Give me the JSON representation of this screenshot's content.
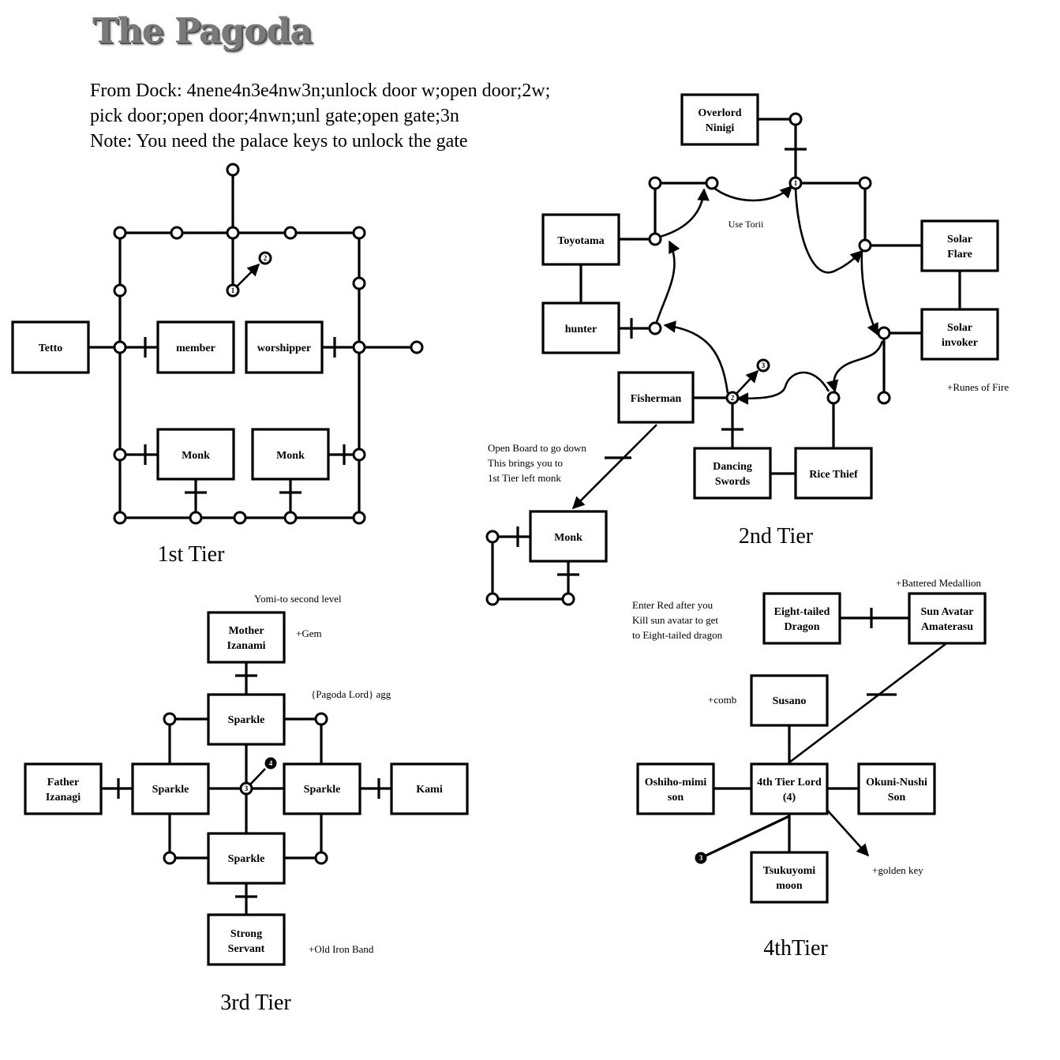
{
  "title": "The Pagoda",
  "directions": [
    "From Dock: 4nene4n3e4nw3n;unlock door w;open door;2w;",
    "pick door;open door;4nwn;unl gate;open gate;3n",
    "Note: You need the palace keys to unlock the gate"
  ],
  "tiers": {
    "t1": {
      "label": "1st Tier",
      "rooms": {
        "tetto": "Tetto",
        "member": "member",
        "worshipper": "worshipper",
        "monk_left": "Monk",
        "monk_right": "Monk"
      },
      "markers": {
        "from": "1",
        "to": "2"
      }
    },
    "t2": {
      "label": "2nd Tier",
      "rooms": {
        "overlord1": "Overlord",
        "overlord2": "Ninigi",
        "toyotama": "Toyotama",
        "hunter": "hunter",
        "solar_flare1": "Solar",
        "solar_flare2": "Flare",
        "solar_inv1": "Solar",
        "solar_inv2": "invoker",
        "fisherman": "Fisherman",
        "dancing1": "Dancing",
        "dancing2": "Swords",
        "rice_thief": "Rice Thief",
        "monk": "Monk"
      },
      "notes": {
        "torii": "Use Torii",
        "runes": "+Runes of Fire",
        "board1": "Open Board to go down",
        "board2": "This brings you to",
        "board3": "1st Tier left monk"
      },
      "markers": {
        "top": "1",
        "mid": "2",
        "up": "3"
      }
    },
    "t3": {
      "label": "3rd Tier",
      "rooms": {
        "mother1": "Mother",
        "mother2": "Izanami",
        "sparkle_n": "Sparkle",
        "sparkle_w": "Sparkle",
        "sparkle_e": "Sparkle",
        "sparkle_s": "Sparkle",
        "father1": "Father",
        "father2": "Izanagi",
        "kami": "Kami",
        "servant1": "Strong",
        "servant2": "Servant"
      },
      "notes": {
        "yomi": "Yomi-to second level",
        "gem": "+Gem",
        "lord": "{Pagoda Lord} agg",
        "band": "+Old Iron Band"
      },
      "markers": {
        "center": "3",
        "up": "4"
      }
    },
    "t4": {
      "label": "4thTier",
      "rooms": {
        "dragon1": "Eight-tailed",
        "dragon2": "Dragon",
        "sun1": "Sun Avatar",
        "sun2": "Amaterasu",
        "susano": "Susano",
        "oshiho1": "Oshiho-mimi",
        "oshiho2": "son",
        "lord1": "4th Tier Lord",
        "lord2": "(4)",
        "okuni1": "Okuni-Nushi",
        "okuni2": "Son",
        "tsuku1": "Tsukuyomi",
        "tsuku2": "moon"
      },
      "notes": {
        "medallion": "+Battered Medallion",
        "red1": "Enter Red after you",
        "red2": "Kill sun avatar to get",
        "red3": "to Eight-tailed dragon",
        "comb": "+comb",
        "key": "+golden key"
      },
      "markers": {
        "down": "3"
      }
    }
  }
}
